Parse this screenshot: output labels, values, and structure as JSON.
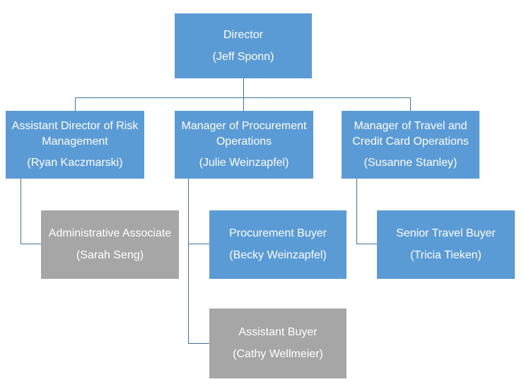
{
  "diagram_type": "org-chart",
  "colors": {
    "node_blue": "#5B9BD5",
    "node_gray": "#A6A6A6",
    "connector": "#41719C",
    "text": "#FFFFFF",
    "background": "#FFFFFF"
  },
  "nodes": [
    {
      "id": "director",
      "title": "Director",
      "name": "(Jeff Sponn)",
      "variant": "blue",
      "reports_to": null
    },
    {
      "id": "assistant-director-risk-management",
      "title": "Assistant Director of Risk Management",
      "name": "(Ryan Kaczmarski)",
      "variant": "blue",
      "reports_to": "director"
    },
    {
      "id": "manager-procurement-operations",
      "title": "Manager of Procurement Operations",
      "name": "(Julie Weinzapfel)",
      "variant": "blue",
      "reports_to": "director"
    },
    {
      "id": "manager-travel-credit-card-operations",
      "title": "Manager of Travel and Credit Card Operations",
      "name": "(Susanne Stanley)",
      "variant": "blue",
      "reports_to": "director"
    },
    {
      "id": "administrative-associate",
      "title": "Administrative Associate",
      "name": "(Sarah Seng)",
      "variant": "gray",
      "reports_to": "assistant-director-risk-management"
    },
    {
      "id": "procurement-buyer",
      "title": "Procurement Buyer",
      "name": "(Becky Weinzapfel)",
      "variant": "blue",
      "reports_to": "manager-procurement-operations"
    },
    {
      "id": "senior-travel-buyer",
      "title": "Senior Travel Buyer",
      "name": "(Tricia Tieken)",
      "variant": "blue",
      "reports_to": "manager-travel-credit-card-operations"
    },
    {
      "id": "assistant-buyer",
      "title": "Assistant Buyer",
      "name": "(Cathy Wellmeier)",
      "variant": "gray",
      "reports_to": "manager-procurement-operations"
    }
  ]
}
